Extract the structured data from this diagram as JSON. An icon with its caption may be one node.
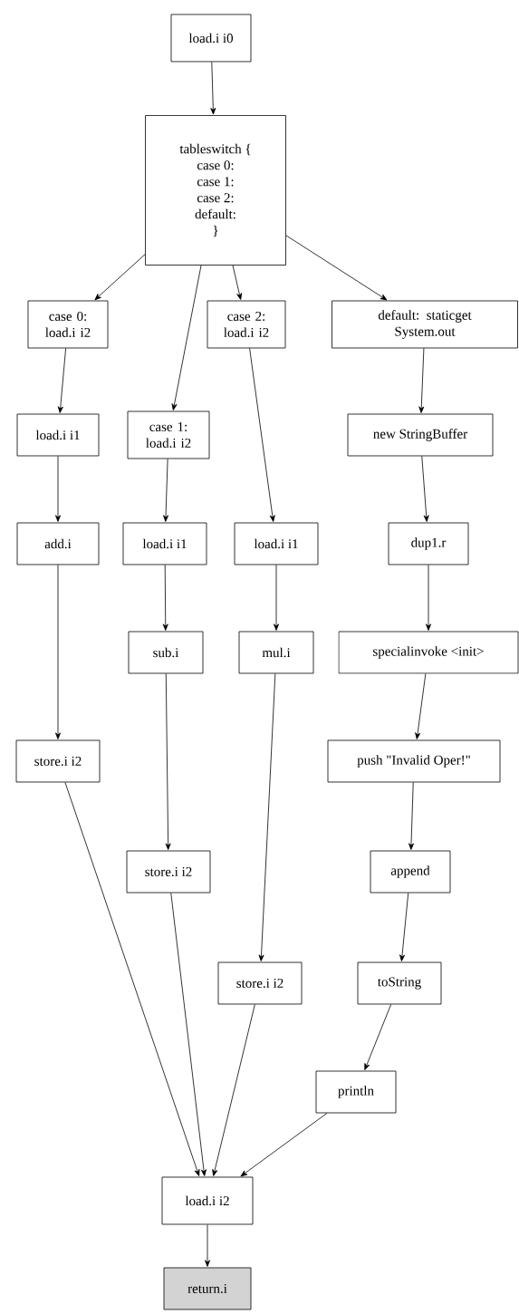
{
  "diagram": {
    "nodes": [
      {
        "text": [
          "load.i i0"
        ]
      },
      {
        "text": [
          "tableswitch {",
          "case 0:",
          "case 1:",
          "case 2:",
          "default:",
          "}"
        ]
      },
      {
        "text": [
          "case 0: load.i i2"
        ]
      },
      {
        "text": [
          "case 1: load.i i2"
        ]
      },
      {
        "text": [
          "case 2: load.i i2"
        ]
      },
      {
        "text": [
          "default: staticget System.out"
        ]
      },
      {
        "text": [
          "load.i i1"
        ]
      },
      {
        "text": [
          "load.i i1"
        ]
      },
      {
        "text": [
          "load.i i1"
        ]
      },
      {
        "text": [
          "new StringBuffer"
        ]
      },
      {
        "text": [
          "add.i"
        ]
      },
      {
        "text": [
          "sub.i"
        ]
      },
      {
        "text": [
          "mul.i"
        ]
      },
      {
        "text": [
          "dup1.r"
        ]
      },
      {
        "text": [
          "specialinvoke <init>"
        ]
      },
      {
        "text": [
          "store.i i2"
        ]
      },
      {
        "text": [
          "store.i i2"
        ]
      },
      {
        "text": [
          "store.i i2"
        ]
      },
      {
        "text": [
          "push \"Invalid Oper!\""
        ]
      },
      {
        "text": [
          "append"
        ]
      },
      {
        "text": [
          "toString"
        ]
      },
      {
        "text": [
          "println"
        ]
      },
      {
        "text": [
          "load.i i2"
        ]
      },
      {
        "text": [
          "return.i"
        ]
      }
    ],
    "edges": [
      {
        "from": 0,
        "to": 1,
        "arrow": "to"
      },
      {
        "from": 1,
        "to": 2,
        "arrow": "to"
      },
      {
        "from": 1,
        "to": 3,
        "arrow": "to"
      },
      {
        "from": 1,
        "to": 4,
        "arrow": "to"
      },
      {
        "from": 1,
        "to": 5,
        "arrow": "to"
      },
      {
        "from": 2,
        "to": 6,
        "arrow": "to"
      },
      {
        "from": 6,
        "to": 10,
        "arrow": "to"
      },
      {
        "from": 10,
        "to": 15,
        "arrow": "to"
      },
      {
        "from": 15,
        "to": 22,
        "arrow": "to"
      },
      {
        "from": 3,
        "to": 7,
        "arrow": "to"
      },
      {
        "from": 7,
        "to": 11,
        "arrow": "to"
      },
      {
        "from": 11,
        "to": 16,
        "arrow": "to"
      },
      {
        "from": 16,
        "to": 22,
        "arrow": "to"
      },
      {
        "from": 4,
        "to": 8,
        "arrow": "to"
      },
      {
        "from": 8,
        "to": 12,
        "arrow": "to"
      },
      {
        "from": 12,
        "to": 17,
        "arrow": "to"
      },
      {
        "from": 17,
        "to": 22,
        "arrow": "to"
      },
      {
        "from": 5,
        "to": 9,
        "arrow": "to"
      },
      {
        "from": 9,
        "to": 13,
        "arrow": "to"
      },
      {
        "from": 13,
        "to": 14,
        "arrow": "to"
      },
      {
        "from": 14,
        "to": 18,
        "arrow": "to"
      },
      {
        "from": 18,
        "to": 19,
        "arrow": "to"
      },
      {
        "from": 19,
        "to": 20,
        "arrow": "to"
      },
      {
        "from": 20,
        "to": 21,
        "arrow": "to"
      },
      {
        "from": 21,
        "to": 22,
        "arrow": "to"
      },
      {
        "from": 22,
        "to": 23,
        "arrow": "to"
      }
    ]
  }
}
